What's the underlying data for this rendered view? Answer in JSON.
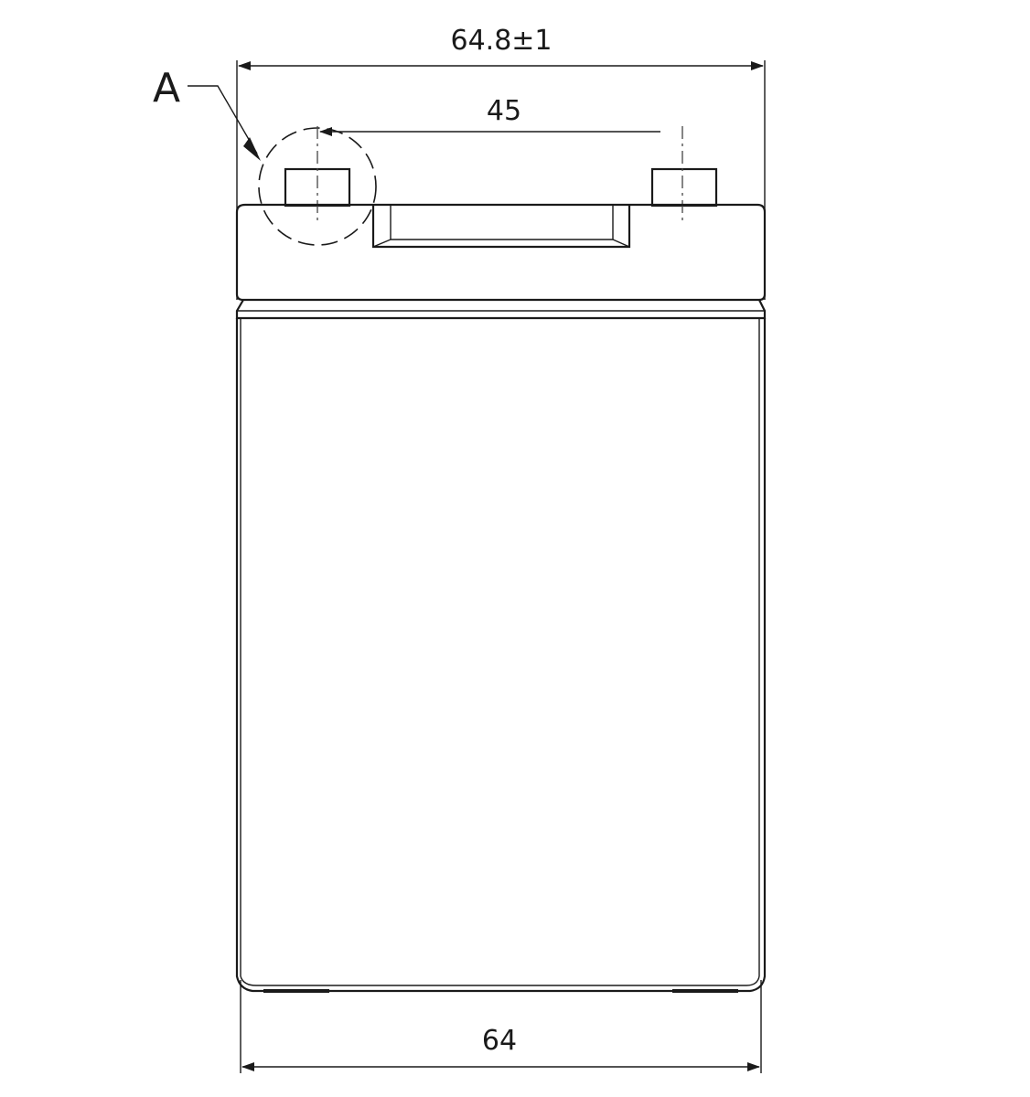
{
  "drawing": {
    "dimensions": {
      "top_overall": "64.8±1",
      "terminal_spacing": "45",
      "bottom_width": "64"
    },
    "callout": {
      "label": "A"
    },
    "colors": {
      "line": "#1a1a1a",
      "background": "#ffffff"
    }
  }
}
